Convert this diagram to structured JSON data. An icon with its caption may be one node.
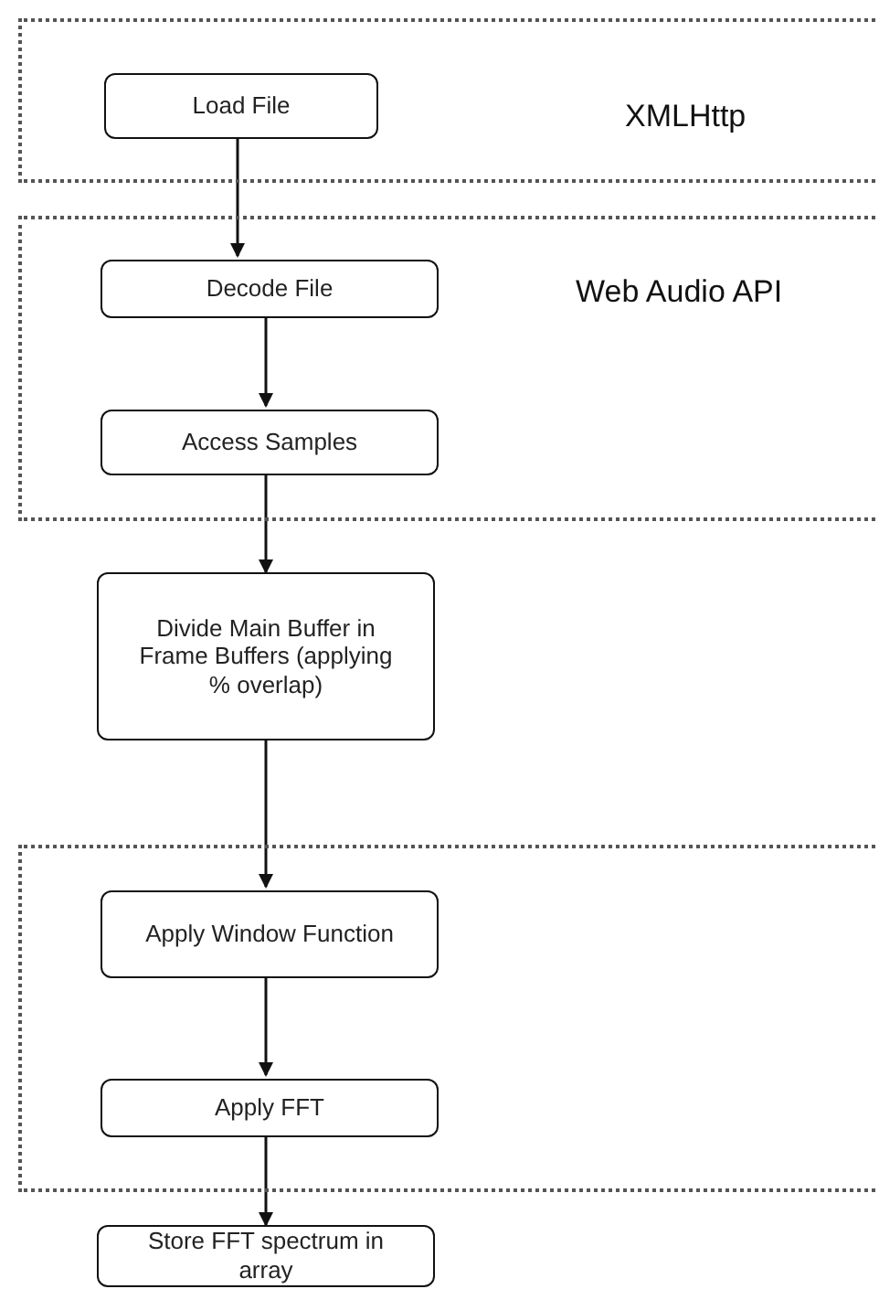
{
  "diagram": {
    "nodes": [
      {
        "text": [
          "XMLHttp"
        ]
      },
      {
        "text": [
          "Load File"
        ],
        "in": 0
      },
      {
        "text": [
          "Web Audio API"
        ]
      },
      {
        "text": [
          "Decode File"
        ],
        "in": 2
      },
      {
        "text": [
          "Access Samples"
        ],
        "in": 2
      },
      {
        "text": [
          "Divide Main Buffer in Frame Buffers (applying % overlap)"
        ]
      },
      {
        "text": [],
        "shape": "box"
      },
      {
        "text": [
          "Apply Window Function"
        ],
        "in": 6
      },
      {
        "text": [
          "Apply FFT"
        ],
        "in": 6
      },
      {
        "text": [
          "Store FFT spectrum in array"
        ]
      }
    ],
    "edges": [
      {
        "from": 1,
        "to": 3,
        "arrow": "to"
      },
      {
        "from": 3,
        "to": 4,
        "arrow": "to"
      },
      {
        "from": 4,
        "to": 5,
        "arrow": "to"
      },
      {
        "from": 5,
        "to": 7,
        "arrow": "to"
      },
      {
        "from": 7,
        "to": 8,
        "arrow": "to"
      },
      {
        "from": 8,
        "to": 9,
        "arrow": "to"
      }
    ]
  }
}
